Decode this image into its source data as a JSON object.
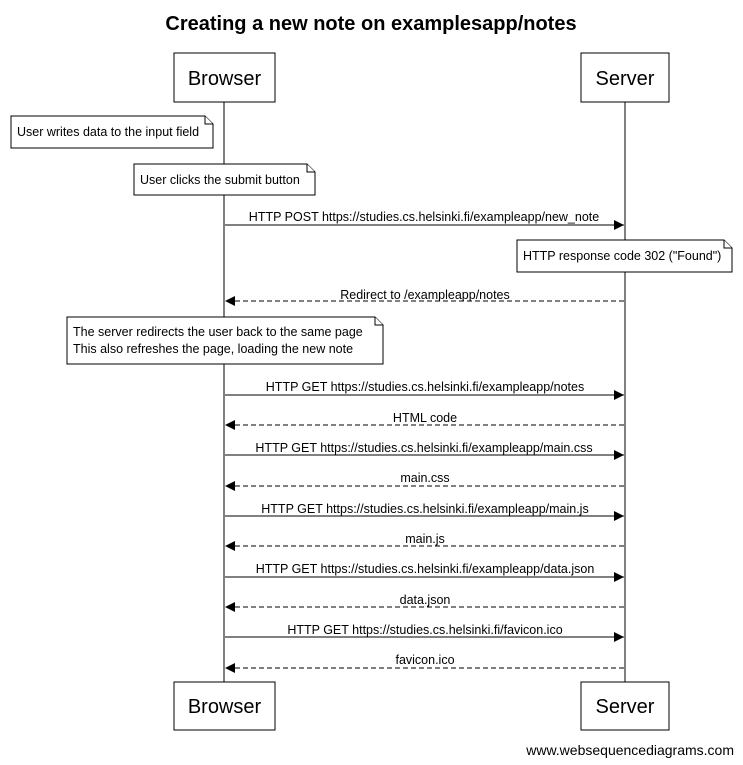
{
  "title": "Creating a new note on examplesapp/notes",
  "footer": "www.websequencediagrams.com",
  "participants": {
    "browser": "Browser",
    "server": "Server"
  },
  "notes": [
    {
      "over": "browser",
      "lines": [
        "User writes data to the input field"
      ]
    },
    {
      "over": "browser",
      "lines": [
        "User clicks the submit button"
      ]
    },
    {
      "over": "server",
      "lines": [
        "HTTP response code 302 (\"Found\")"
      ]
    },
    {
      "over": "browser",
      "lines": [
        "The server redirects the user back to the same page",
        "This also refreshes the page, loading the new note"
      ]
    }
  ],
  "messages": [
    {
      "from": "browser",
      "to": "server",
      "style": "solid",
      "text": "HTTP POST https://studies.cs.helsinki.fi/exampleapp/new_note"
    },
    {
      "from": "server",
      "to": "browser",
      "style": "dashed",
      "text": "Redirect to /exampleapp/notes"
    },
    {
      "from": "browser",
      "to": "server",
      "style": "solid",
      "text": "HTTP GET https://studies.cs.helsinki.fi/exampleapp/notes"
    },
    {
      "from": "server",
      "to": "browser",
      "style": "dashed",
      "text": "HTML code"
    },
    {
      "from": "browser",
      "to": "server",
      "style": "solid",
      "text": "HTTP GET https://studies.cs.helsinki.fi/exampleapp/main.css"
    },
    {
      "from": "server",
      "to": "browser",
      "style": "dashed",
      "text": "main.css"
    },
    {
      "from": "browser",
      "to": "server",
      "style": "solid",
      "text": "HTTP GET https://studies.cs.helsinki.fi/exampleapp/main.js"
    },
    {
      "from": "server",
      "to": "browser",
      "style": "dashed",
      "text": "main.js"
    },
    {
      "from": "browser",
      "to": "server",
      "style": "solid",
      "text": "HTTP GET https://studies.cs.helsinki.fi/exampleapp/data.json"
    },
    {
      "from": "server",
      "to": "browser",
      "style": "dashed",
      "text": "data.json"
    },
    {
      "from": "browser",
      "to": "server",
      "style": "solid",
      "text": "HTTP GET https://studies.cs.helsinki.fi/favicon.ico"
    },
    {
      "from": "server",
      "to": "browser",
      "style": "dashed",
      "text": "favicon.ico"
    }
  ]
}
